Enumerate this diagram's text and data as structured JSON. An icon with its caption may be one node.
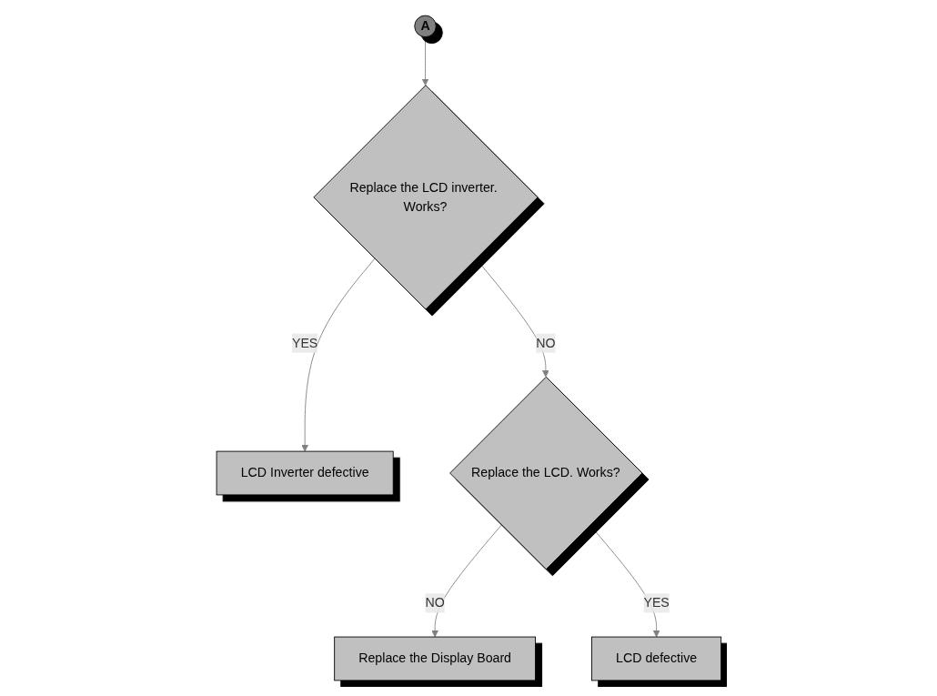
{
  "diagram": {
    "nodes": [
      {
        "text": [
          "A"
        ]
      },
      {
        "text": [
          "Replace the LCD inverter. Works?"
        ]
      },
      {
        "text": [
          "LCD Inverter defective"
        ]
      },
      {
        "text": [
          "Replace the Display Board"
        ]
      },
      {
        "text": [
          "Replace the LCD. Works?"
        ]
      },
      {
        "text": [
          "LCD defective"
        ]
      }
    ],
    "edges": [
      {
        "from": 0,
        "to": 1,
        "arrow": "to"
      },
      {
        "from": 1,
        "to": 2,
        "arrow": "to",
        "label": "YES"
      },
      {
        "from": 1,
        "to": 4,
        "arrow": "to",
        "label": "NO"
      },
      {
        "from": 4,
        "to": 3,
        "arrow": "to",
        "label": "NO"
      },
      {
        "from": 4,
        "to": 5,
        "arrow": "to",
        "label": "YES"
      }
    ]
  }
}
